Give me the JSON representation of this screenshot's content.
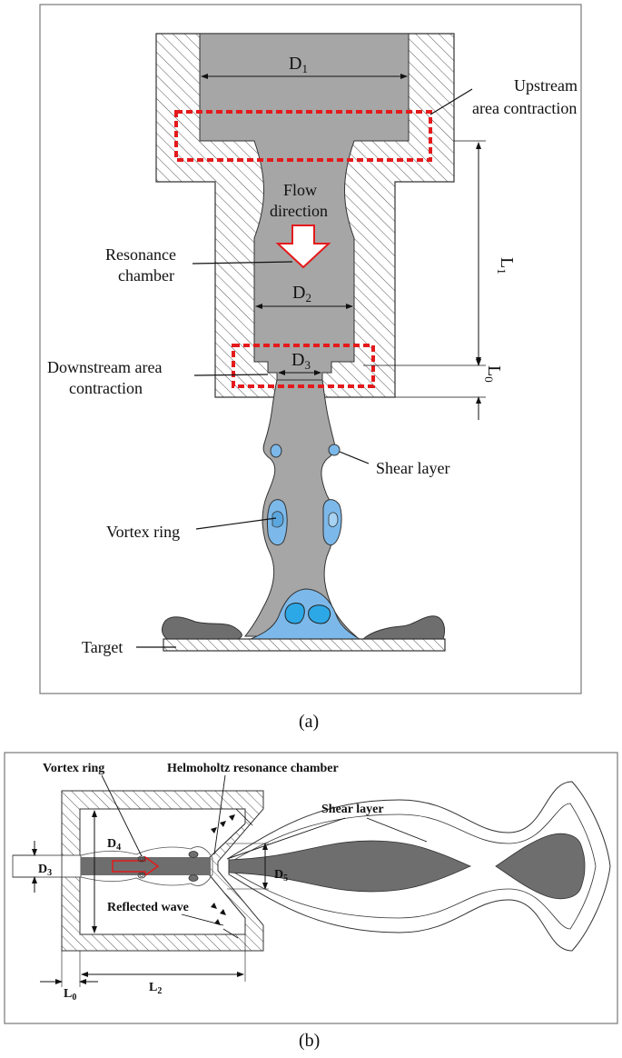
{
  "panel_a": {
    "caption": "(a)",
    "labels": {
      "upstream_line1": "Upstream",
      "upstream_line2": "area contraction",
      "flow_line1": "Flow",
      "flow_line2": "direction",
      "resonance_line1": "Resonance",
      "resonance_line2": "chamber",
      "downstream_line1": "Downstream area",
      "downstream_line2": "contraction",
      "shear_layer": "Shear layer",
      "vortex_ring": "Vortex ring",
      "target": "Target"
    },
    "dims": {
      "d1": {
        "main": "D",
        "sub": "1"
      },
      "d2": {
        "main": "D",
        "sub": "2"
      },
      "d3": {
        "main": "D",
        "sub": "3"
      },
      "l1": {
        "main": "L",
        "sub": "1"
      },
      "l0": {
        "main": "L",
        "sub": "0"
      }
    }
  },
  "panel_b": {
    "caption": "(b)",
    "labels": {
      "vortex_ring": "Vortex ring",
      "helmholtz": "Helmoholtz resonance chamber",
      "shear_layer": "Shear layer",
      "reflected_wave": "Reflected wave"
    },
    "dims": {
      "d3": {
        "main": "D",
        "sub": "3"
      },
      "d4": {
        "main": "D",
        "sub": "4"
      },
      "d5": {
        "main": "D",
        "sub": "5"
      },
      "l0": {
        "main": "L",
        "sub": "0"
      },
      "l2": {
        "main": "L",
        "sub": "2"
      }
    }
  },
  "colors": {
    "hatch": "#555555",
    "fluid": "#a6a6a6",
    "jet_dark": "#6e6e6e",
    "vortex_blue": "#7cb9ea",
    "vortex_deep": "#2da8e6",
    "highlight_red": "#e41a1c"
  }
}
